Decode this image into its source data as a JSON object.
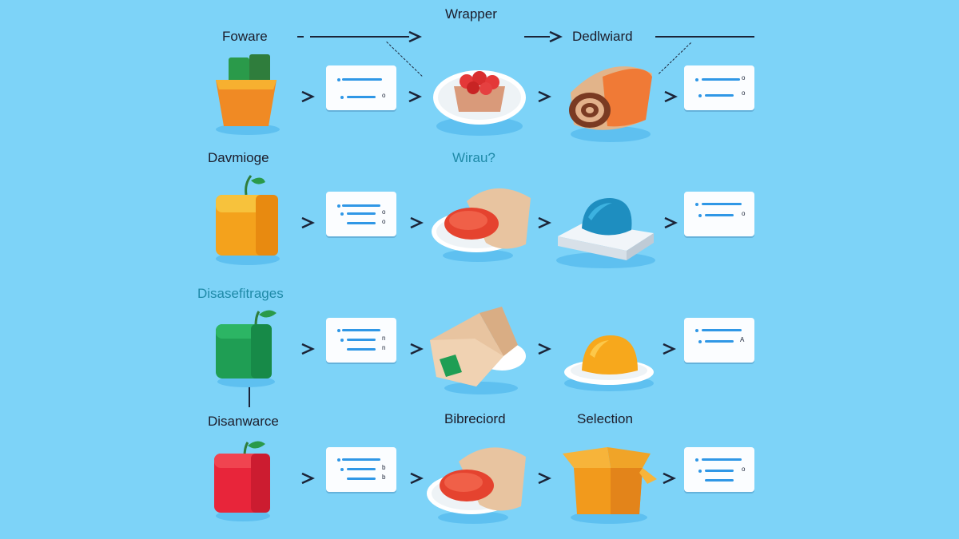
{
  "labels": {
    "wrapper": "Wrapper",
    "foware": "Foware",
    "dedlwiard": "Dedlwiard",
    "davmioge": "Davmioge",
    "wirau": "Wirau?",
    "disasefitrages": "Disasefitrages",
    "disanwarce": "Disanwarce",
    "biprecord": "Bibreciord",
    "selection": "Selection"
  },
  "rows": [
    {
      "icons": [
        "green-block-basket-icon",
        "dish-icon",
        "rolled-wrap-icon"
      ]
    },
    {
      "icons": [
        "orange-cube-icon",
        "wrap-plate-icon",
        "blue-gel-box-icon"
      ]
    },
    {
      "icons": [
        "green-cube-icon",
        "folded-wrap-icon",
        "orange-dome-plate-icon"
      ]
    },
    {
      "icons": [
        "red-cube-icon",
        "wrap-plate-icon",
        "open-box-icon"
      ]
    }
  ],
  "colors": {
    "background": "#7dd3f8",
    "card": "#fbfdff",
    "accent": "#2f97e6",
    "ink": "#1b2438"
  }
}
